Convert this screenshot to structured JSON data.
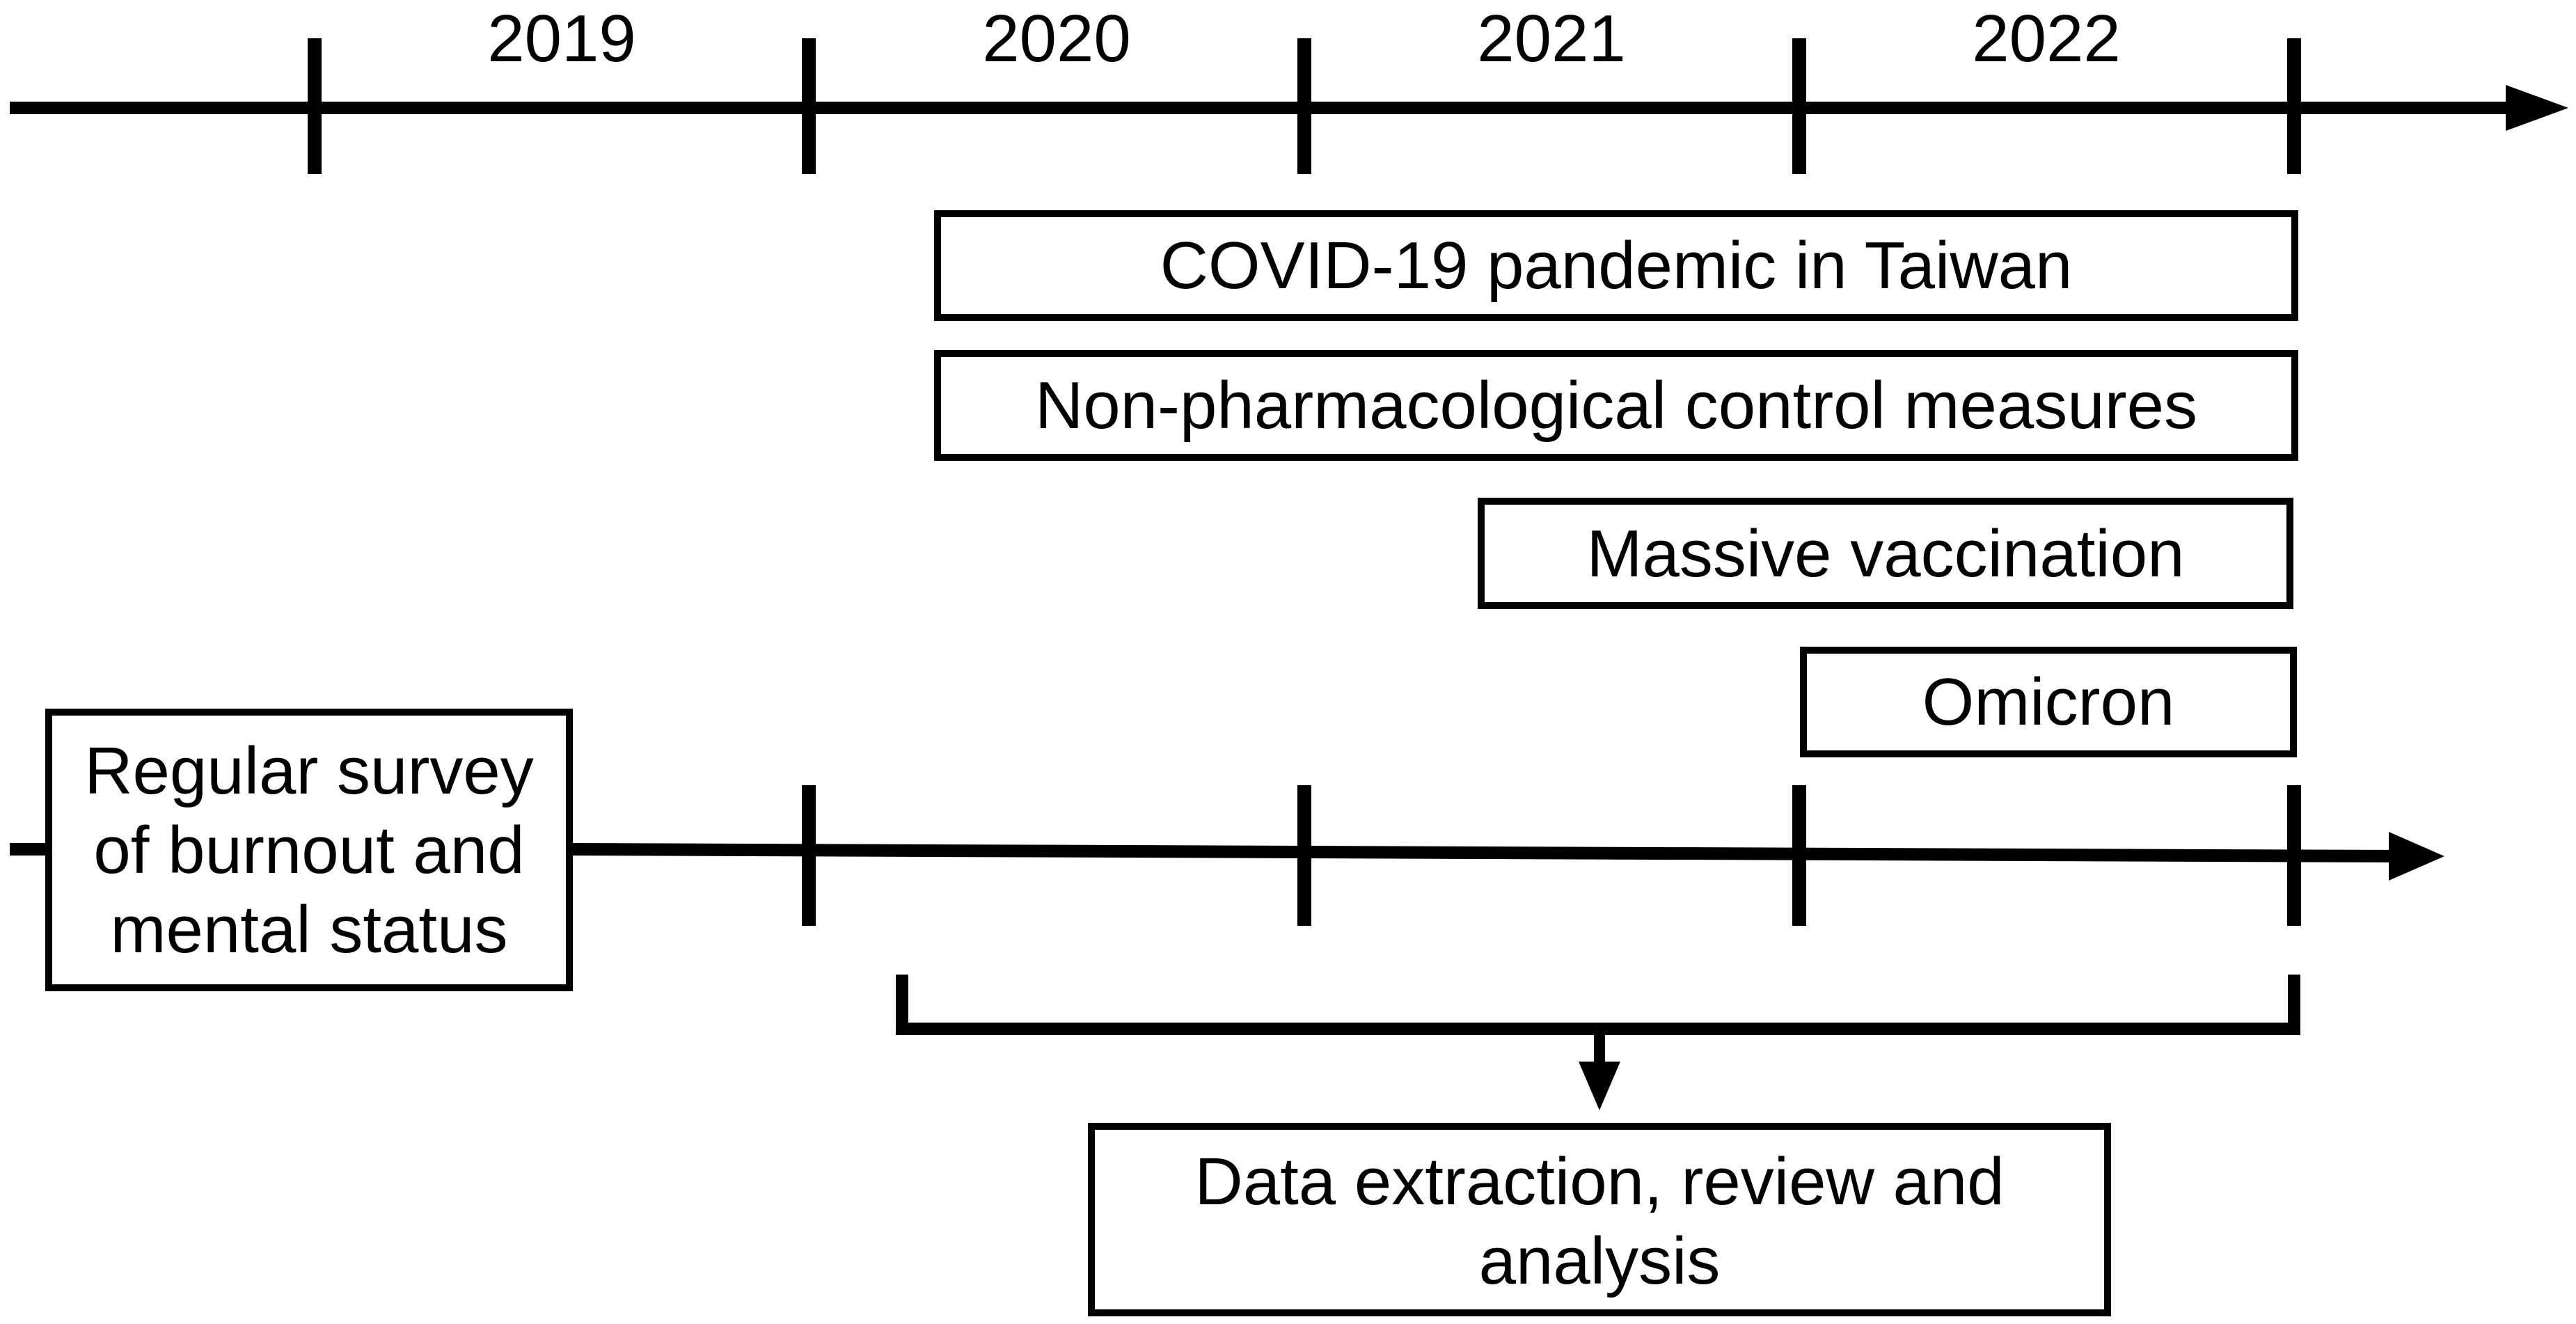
{
  "timeline": {
    "years": [
      "2019",
      "2020",
      "2021",
      "2022"
    ]
  },
  "events": {
    "covid": "COVID-19 pandemic in Taiwan",
    "npi": "Non-pharmacological control measures",
    "vaccination": "Massive vaccination",
    "omicron": "Omicron"
  },
  "survey": {
    "lines": [
      "Regular survey",
      "of burnout and",
      "mental status"
    ]
  },
  "analysis": {
    "lines": [
      "Data extraction, review and",
      "analysis"
    ]
  },
  "colors": {
    "stroke": "#000000",
    "background": "#ffffff"
  }
}
